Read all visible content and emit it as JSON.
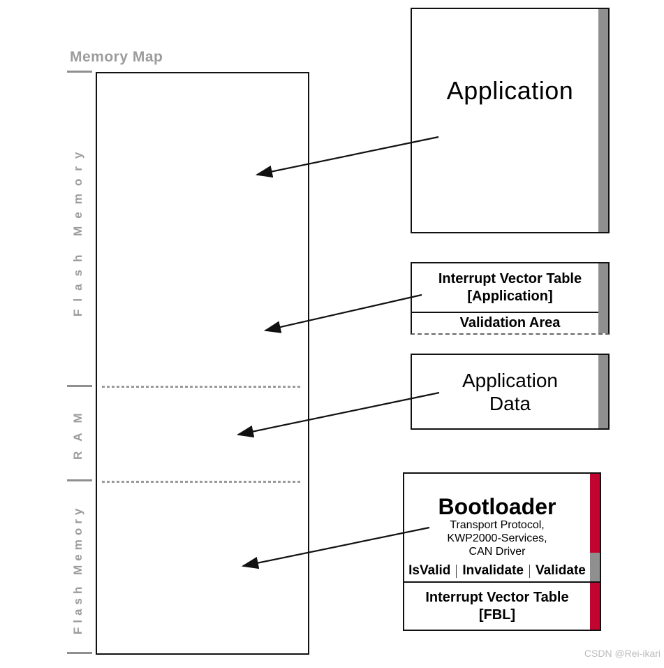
{
  "title": "Memory Map",
  "colors": {
    "accent_red": "#C10430",
    "stripe_gray": "#8F8F8F",
    "label_gray": "#9C9C9C",
    "line_gray": "#9A9A9A",
    "watermark_gray": "#BDBDBD",
    "border_dark": "#111111"
  },
  "memory_map": {
    "labels": [
      {
        "id": "flash-memory-top",
        "text": "Flash Memory"
      },
      {
        "id": "ram",
        "text": "RAM"
      },
      {
        "id": "flash-memory-bottom",
        "text": "Flash Memory"
      }
    ]
  },
  "boxes": {
    "application": {
      "title": "Application"
    },
    "ivt_application": {
      "line1": "Interrupt Vector Table",
      "line2": "[Application]",
      "validation": "Validation Area"
    },
    "application_data": {
      "line1": "Application",
      "line2": "Data"
    },
    "bootloader": {
      "title": "Bootloader",
      "subtitle_lines": [
        "Transport Protocol,",
        "KWP2000-Services,",
        "CAN Driver"
      ],
      "functions": [
        "IsValid",
        "Invalidate",
        "Validate"
      ],
      "ivt_line1": "Interrupt Vector Table",
      "ivt_line2": "[FBL]"
    }
  },
  "arrows": [
    {
      "from": "application-box",
      "to": "flash-memory-top-region"
    },
    {
      "from": "ivt-application-box",
      "to": "flash-memory-top-region"
    },
    {
      "from": "application-data-box",
      "to": "ram-region"
    },
    {
      "from": "bootloader-box",
      "to": "flash-memory-bottom-region"
    }
  ],
  "watermark": "CSDN @Rei-ikari"
}
